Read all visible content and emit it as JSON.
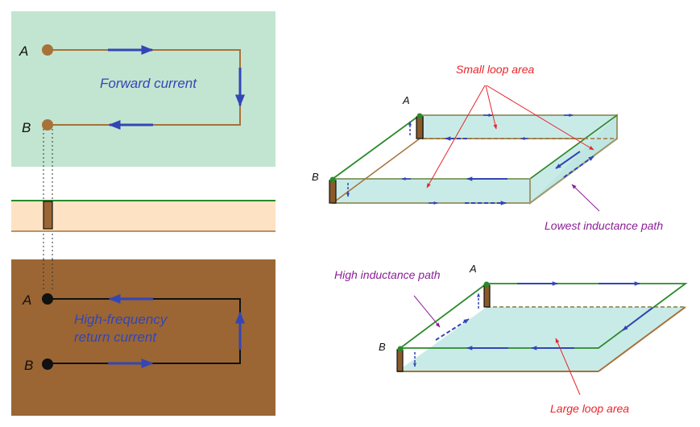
{
  "colors": {
    "top_panel_bg": "#c2e5d1",
    "middle_panel_bg": "#fde3c4",
    "bottom_panel_bg": "#9b6634",
    "trace_brown": "#a7713a",
    "trace_black": "#111111",
    "current_blue": "#3346b5",
    "label_red": "#e8262b",
    "label_purple": "#8b1f96",
    "plane_fill": "#c9ebe8",
    "plane_edge": "#9c9a6e",
    "green_trace": "#2a8a2a",
    "post_brown": "#8a5a2b"
  },
  "left_panel": {
    "top": {
      "node_a_label": "A",
      "node_b_label": "B",
      "caption": "Forward current"
    },
    "bottom": {
      "node_a_label": "A",
      "node_b_label": "B",
      "caption_line1": "High-frequency",
      "caption_line2": "return current"
    }
  },
  "right_top": {
    "node_a_label": "A",
    "node_b_label": "B",
    "label_small_loop": "Small loop area",
    "label_lowest_inductance": "Lowest inductance path"
  },
  "right_bottom": {
    "node_a_label": "A",
    "node_b_label": "B",
    "label_high_inductance": "High inductance path",
    "label_large_loop": "Large loop area"
  }
}
